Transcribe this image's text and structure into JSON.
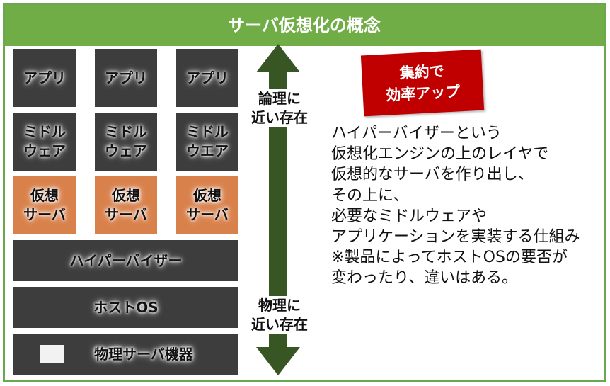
{
  "title": "サーバ仮想化の概念",
  "stack": {
    "columns": [
      {
        "app": "アプリ",
        "middleware": "ミドル\nウェア",
        "vserver": "仮想\nサーバ"
      },
      {
        "app": "アプリ",
        "middleware": "ミドル\nウェア",
        "vserver": "仮想\nサーバ"
      },
      {
        "app": "アプリ",
        "middleware": "ミドル\nウエア",
        "vserver": "仮想\nサーバ"
      }
    ],
    "hypervisor": "ハイパーバイザー",
    "host_os": "ホストOS",
    "hardware": "物理サーバ機器"
  },
  "arrow": {
    "top_label": "論理に\n近い存在",
    "bottom_label": "物理に\n近い存在"
  },
  "badge": "集約で\n効率アップ",
  "description": "ハイパーバイザーという\n仮想化エンジンの上のレイヤで\n仮想的なサーバを作り出し、\nその上に、\n必要なミドルウェアや\nアプリケーションを実装する仕組み\n※製品によってホストOSの要否が\n変わったり、違いはある。",
  "colors": {
    "frame": "#6aa84f",
    "title_bar": "#70ad47",
    "stack_box": "#3d3d3d",
    "virtual_server": "#d9814b",
    "arrow": "#375623",
    "badge": "#c00000"
  }
}
